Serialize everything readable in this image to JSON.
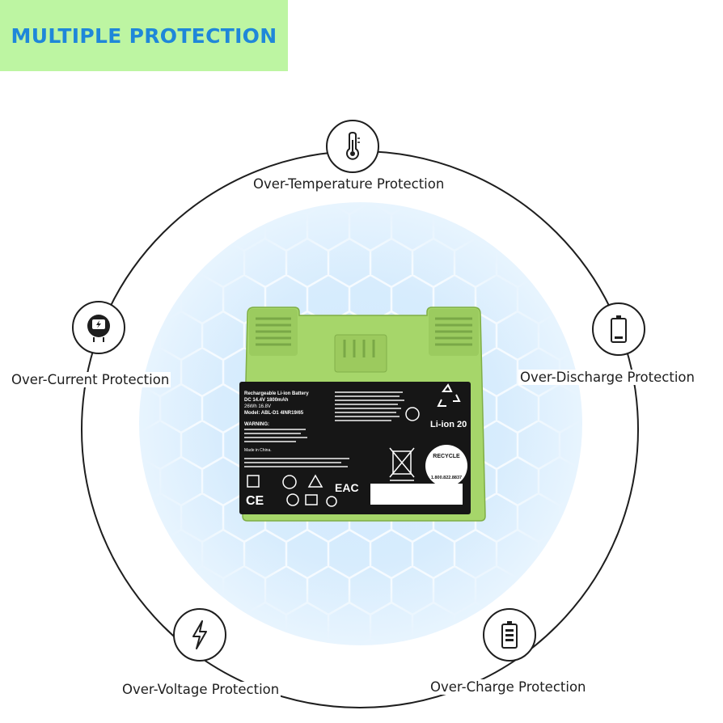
{
  "banner": {
    "title": "MULTIPLE PROTECTION",
    "background": "#bdf5a2",
    "color": "#1f87d9"
  },
  "features": {
    "temperature": {
      "label": "Over-Temperature Protection",
      "icon": "thermometer-icon"
    },
    "current": {
      "label": "Over-Current Protection",
      "icon": "power-meter-icon"
    },
    "discharge": {
      "label": "Over-Discharge Protection",
      "icon": "battery-empty-icon"
    },
    "voltage": {
      "label": "Over-Voltage Protection",
      "icon": "lightning-bolt-icon"
    },
    "charge": {
      "label": "Over-Charge Protection",
      "icon": "battery-full-icon"
    }
  },
  "battery_label": {
    "line1": "Rechargeable Li-ion Battery",
    "line2": "DC 14.4V 1800mAh",
    "line3": "26Wh 16.8V",
    "line4": "Model: ABL-D1 4INR19/65",
    "warning": "WARNING:",
    "made_in": "Made in China.",
    "chemistry": "Li-ion 20",
    "recycle_top": "RECYCLE",
    "recycle_phone": "1.800.822.8837",
    "ce_mark": "CE",
    "eac_mark": "EAC"
  },
  "colors": {
    "battery_body": "#a6d66a",
    "battery_label": "#161616",
    "accent": "#1f87d9"
  }
}
